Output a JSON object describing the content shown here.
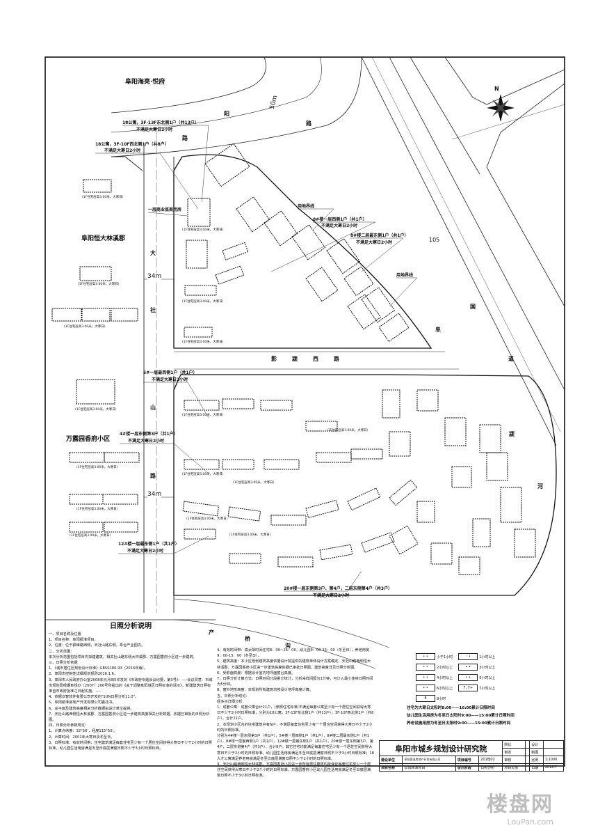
{
  "neighborhoods": {
    "north": "阜阳海亮·悦府",
    "west_upper": "阜阳恒大林溪郡",
    "west_lower": "万露园香府小区"
  },
  "roads": {
    "dashan_road_chars": [
      "大",
      "社",
      "山",
      "路"
    ],
    "dashan_width": "34m",
    "north_road_chars": [
      "阳",
      "路",
      "路"
    ],
    "north_width": "50m",
    "middle_road_chars": [
      "影",
      "颍",
      "西",
      "路"
    ],
    "highway_number": "105",
    "highway_chars": [
      "国",
      "阜",
      "道",
      "颍",
      "河"
    ],
    "south_road_chars": [
      "产",
      "桥",
      "沟"
    ]
  },
  "callouts": [
    "18公寓，3F-13F东北侧1户（共13户）",
    "不满足大寒日2小时",
    "18公寓，3F-10F西北侧1户（共8户）",
    "不满足大寒日2小时",
    "一层商业底商用房",
    "用地界线",
    "8#楼一层西侧1户（共1户）",
    "不满足大寒日2小时",
    "8#楼二层最东侧1户（共1户）",
    "不满足大寒日2小时",
    "用地界线",
    "5#一层最西侧1户（共1户）",
    "不满足大寒日2小时",
    "4#楼一层东侧第3户（共1户）",
    "不满足大寒日2小时",
    "12#楼一层最东侧1户（共1户）",
    "不满足大寒日2小时",
    "20#楼一层东侧第3户、第4户，二层东侧第4户（共3户）",
    "不满足大寒日2小时"
  ],
  "building_caption": "(1F住宅层高3.00米，大寒日)",
  "notes": {
    "title": "日照分析说明",
    "left": [
      "一、项目名称及位置",
      "1、项目名称：阜阳颍淮项目。",
      "2、位置：位于颍峰路西侧，天社山路东侧，阜合产业园内。",
      "二、分析范围：",
      "本次分析范围包括项目内拟建建筑，相关社山路东侧大林溪郡、万露园香府小区进一步建筑。",
      "三、日照分析依据",
      "1、《城市居住区规划设计标准》GB50180-93（2016年版）。",
      "2、阜阳市控制性详细规划规则2016.1.6。",
      "3、阜阳市人民政府办公室2008年元月8日印发的《市政府专题会议纪要，第3号》：----会议同意：市城市规划局根据阜规办〔2007〕206号所提出的《关于调整阜阳城区日照标准的请示》，新建建筑日照标准自市政府批准之日起实施。----",
      "4、依据众智软件有限公司开发的\"SUN日照分析11.0\"。",
      "5、阜阳颍淮房地产开发有限公司委托书。",
      "6、总平面及建筑高度相关分析数据由设计单位提供。",
      "7、天社山路西侧恒大林溪郡、万露园香府小区进一步建筑高度相关分析数据，依据已审批的日照分析图。",
      "四、日照分析参数规定：",
      "1、计算点纬度：32°56'，经度115°50'。",
      "2、计算时间：2001年大寒日及冬至日。",
      "3、日照标准：有效时间带，住宅建筑满足每套住宅至少有一个居住空间获得大寒日不少于2小时的日照标准。幼儿园生活用房满足冬至日底层满窗日照不少于3小时日照标准。"
    ],
    "right": [
      "4、有效时间带：真太阳时间住宅8：00~16：00，幼儿园9：00-15：00（冬至日），养老用房9：00-15：00（冬至日）。",
      "5、建筑高度：本小区规划建筑高度依据设计院提供的建筑单体设计方案确定，天社山路西侧恒大林溪郡、万露园香府小区进一步建筑高度依据已审批日照图，建筑高度详见日照分析图。",
      "6、受影面高度：根据设计室内地坪面窗台高度。",
      "7、日照分析计算方式：日照时间分段累计统计，分析采样间隔为1分钟，可计入最小连续日照时间为5分钟。",
      "8、窗外地形高度：本规划所有建筑均按设计地坪高度计算。",
      "五、日照分析结论：",
      "经多点详细分析：",
      "1、成套公寓：成套公寓合计21户，(参照住宅标准)不满足每套公寓至少有一个居住空间获得大寒日不少于2小时日照标准，分别为18公寓，3F-13F东北侧1户（共13户），3F-10F西北侧1户（共8户），合计21户。",
      "2、本规划小区内的住宅建筑共有N户，不满足每套住宅至少有一个居住空间获得大寒日不少于2小时的日照标准。",
      "分别为4#楼一层东侧第3户（共1户），5#楼一层西侧1户（共1户），8#楼二层最东侧1户（共1户），8#楼一层最西侧1户（共1户），12#楼一层最东侧1户（共1户），20#楼一层东侧第3户、第4户，二层东侧第4户（共3户），合计8户。其它住宅均能满足每套住宅至少有一个居住空间获得大寒日不少于2小时的日照标准。幼儿园生活用房满足冬至日底层满窗日照不少于3小时日照标准；18人才公寓满足养老用房满足冬至日底层满窗日照不少于2小时的日照标准。",
      "3、天社山路西侧恒大林溪郡、万露园香府小区进一步所有居住建筑均能保证每套住宅至少一个居住空间获得大寒日不少于2个小时的日照标准，万露园香府小区幼儿园生活用房满足冬至日底层满窗日照不少于3小时日照标准。"
    ]
  },
  "legend": {
    "items": [
      {
        "sym": "• •",
        "label": "小于1小时"
      },
      {
        "sym": "◦ •",
        "label": "1小时以上"
      },
      {
        "sym": "• •",
        "label": "2小时以上"
      },
      {
        "sym": "• •",
        "label": "3小时以上"
      },
      {
        "sym": "• •",
        "label": "4小时以上"
      },
      {
        "sym": "• •",
        "label": "5小时以上"
      },
      {
        "sym": "• •",
        "label": "6小时以上"
      },
      {
        "sym": "7, 7+",
        "label": "7小时以上"
      },
      {
        "sym": "8",
        "label": "8小时"
      }
    ],
    "time_notes": [
      "住宅为大寒日太阳时8:00——16:00累计日照时间",
      "幼儿园生活用房为冬至日太阳时9:00——15:00累计日照时间",
      "养老设施用房为冬至日太阳时9:00——15:00累计日照时间"
    ]
  },
  "title_block": {
    "institute": "阜阳市城乡规划设计研究院",
    "dean_label": "院长",
    "review_label": "审定",
    "check_label": "审核",
    "owner_label": "建设单位",
    "owner_value": "阜阳颍淮房地产开发有限公司",
    "project_no_label": "项目编号",
    "project_no_value": "2018J02",
    "project_name_label": "项目名称",
    "project_name_value": "阜阳颍淮项目",
    "stage_label": "设计阶段",
    "stage_value": "日照分析",
    "lead_label": "项目负责",
    "design_label": "设计",
    "draw_label": "制图",
    "scale_label": "比例",
    "scale_value": "1:1000",
    "date_label": "日期",
    "date_value": "2018.7",
    "page_label": "页数",
    "proof_label": "校对",
    "proof2_label": "校对"
  },
  "north_arrow": "N",
  "watermark": {
    "big": "楼盘网",
    "small": "LouPan.com"
  }
}
